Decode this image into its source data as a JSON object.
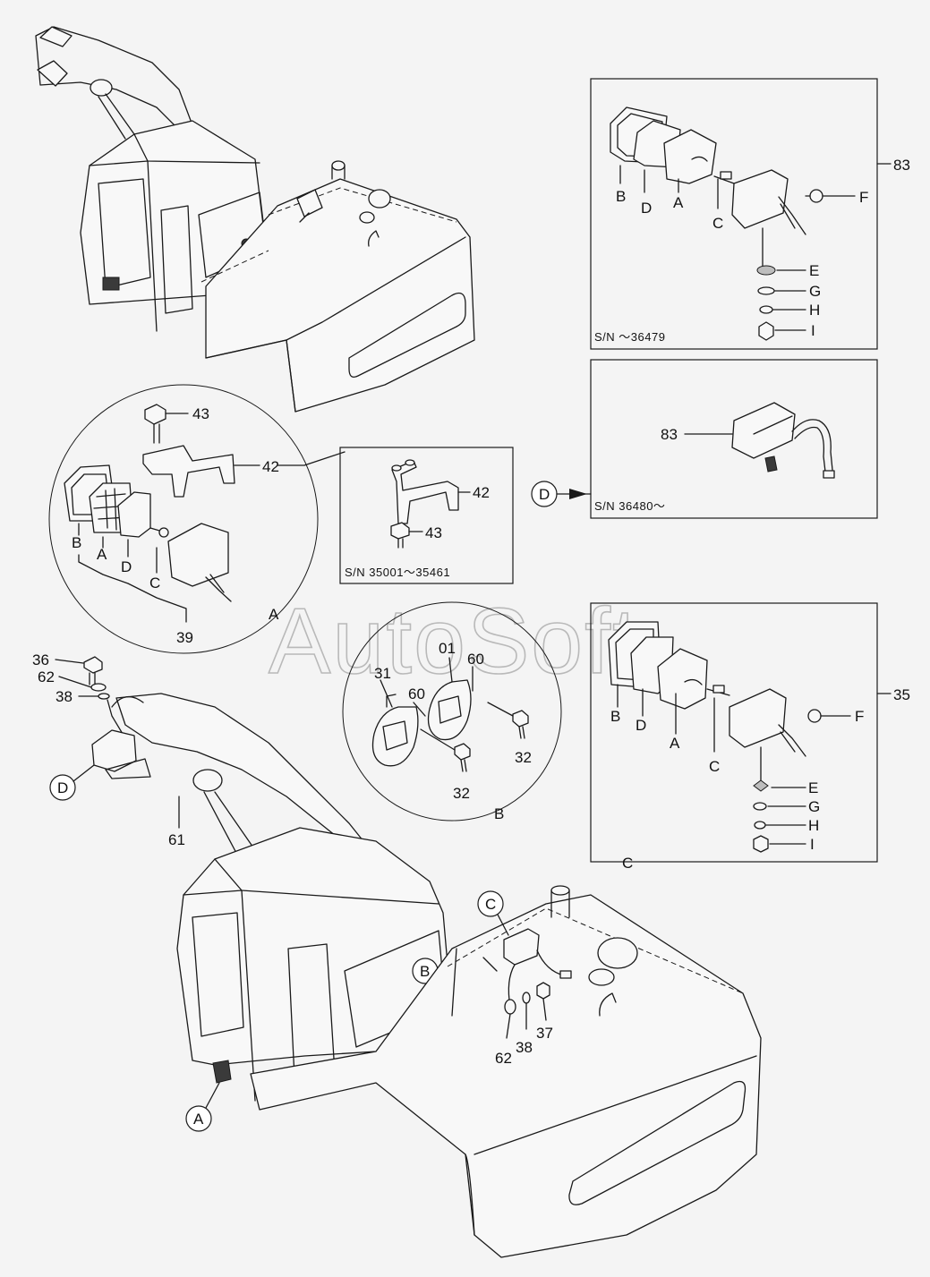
{
  "watermark": "AutoSoft",
  "labels": {
    "p83_top": "83",
    "p35": "35",
    "p83_mid": "83",
    "B": "B",
    "D": "D",
    "A": "A",
    "C": "C",
    "E": "E",
    "F": "F",
    "G": "G",
    "H": "H",
    "I": "I",
    "p43": "43",
    "p42": "42",
    "p39": "39",
    "p42b": "42",
    "p43b": "43",
    "p36": "36",
    "p62": "62",
    "p38": "38",
    "p61": "61",
    "p31": "31",
    "p01": "01",
    "p60": "60",
    "p60b": "60",
    "p32": "32",
    "p32b": "32",
    "p62b": "62",
    "p38b": "38",
    "p37": "37"
  },
  "serial_numbers": {
    "top_box": "S/N  ～36479",
    "mid_box": "S/N  36480～",
    "bracket_box": "S/N  35001～35461"
  },
  "callouts": {
    "detail_A": "A",
    "detail_B": "B",
    "detail_C": "C",
    "ref_A": "A",
    "ref_B": "B",
    "ref_C": "C",
    "ref_D_boom": "D",
    "ref_D_box": "D"
  }
}
